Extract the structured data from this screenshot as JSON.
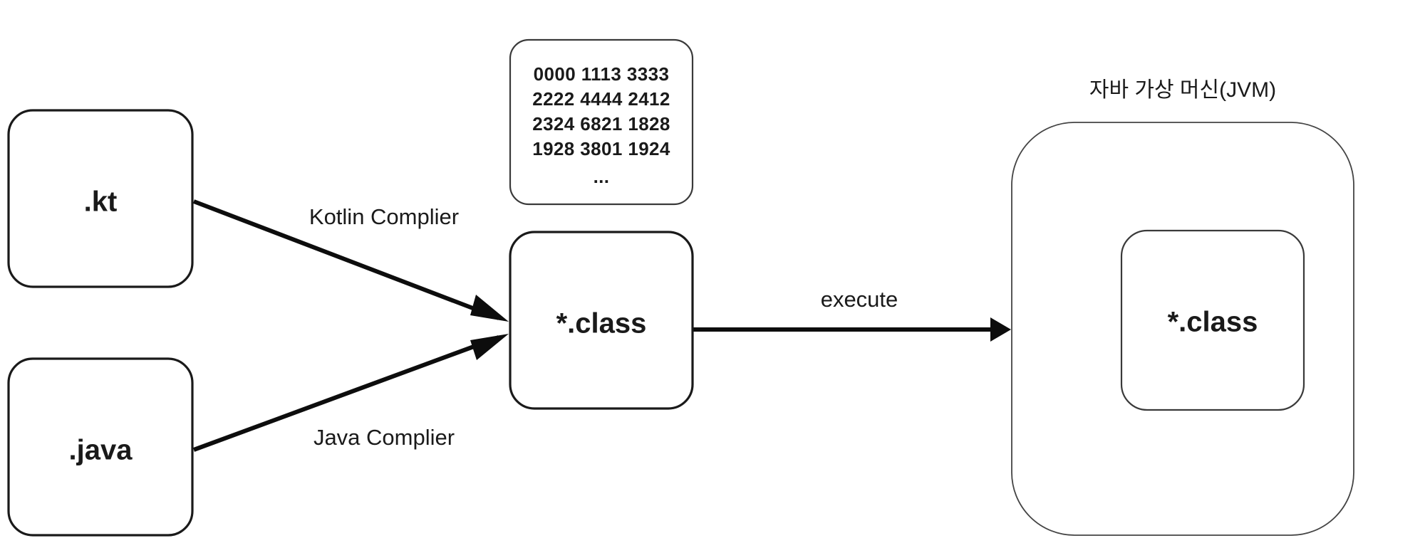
{
  "diagram": {
    "title": "Kotlin and Java compilation to bytecode executed on the JVM",
    "background_color": "#ffffff",
    "stroke_color": "#1a1a1a",
    "text_color": "#1a1a1a"
  },
  "nodes": {
    "kotlin_source": {
      "label": ".kt",
      "name": "kotlin-source-box"
    },
    "java_source": {
      "label": ".java",
      "name": "java-source-box"
    },
    "bytecode_listing": {
      "name": "bytecode-listing-box",
      "lines": [
        "0000 1113 3333",
        "2222 4444 2412",
        "2324 6821 1828",
        "1928 3801 1924",
        "..."
      ]
    },
    "class_file": {
      "label": "*.class",
      "name": "class-file-box"
    },
    "jvm_container": {
      "label": "자바 가상 머신(JVM)",
      "name": "jvm-container-box"
    },
    "jvm_class_file": {
      "label": "*.class",
      "name": "jvm-class-file-box"
    }
  },
  "edges": [
    {
      "id": "kotlin-compiler-edge",
      "label": "Kotlin Complier",
      "from": "kotlin_source",
      "to": "class_file"
    },
    {
      "id": "java-compiler-edge",
      "label": "Java Complier",
      "from": "java_source",
      "to": "class_file"
    },
    {
      "id": "execute-edge",
      "label": "execute",
      "from": "class_file",
      "to": "jvm_container"
    }
  ]
}
